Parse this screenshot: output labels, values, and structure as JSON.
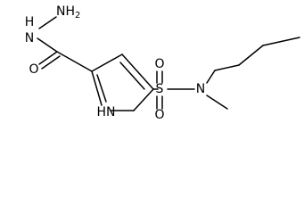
{
  "molecule": {
    "atoms": {
      "hydrazide_nh": "N",
      "hydrazide_nh_h": "H",
      "hydrazide_nh2": "NH",
      "hydrazide_nh2_sub": "2",
      "carbonyl_o": "O",
      "ring_nh": "HN",
      "sulfonyl_o_top": "O",
      "sulfonyl_o_bottom": "O",
      "sulfur": "S",
      "amide_n": "N"
    }
  }
}
